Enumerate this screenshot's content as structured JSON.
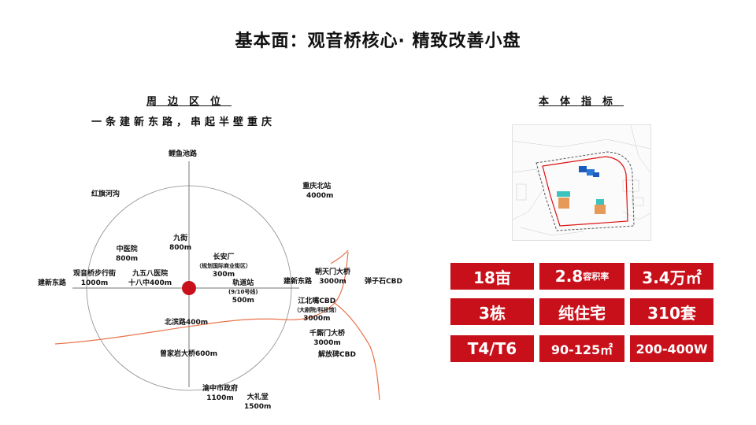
{
  "title": "基本面：观音桥核心· 精致改善小盘",
  "left": {
    "heading": "周边区位",
    "subheading": "一条建新东路，串起半壁重庆",
    "labels": {
      "liyuchi": "鲤鱼池路",
      "hongqi": "红旗河沟",
      "cqnorth": "重庆北站",
      "cqnorth_d": "4000m",
      "zhongyi": "中医院",
      "zhongyi_d": "800m",
      "jiujie": "九街",
      "jiujie_d": "800m",
      "changan": "长安厂",
      "changan_note": "（规划国际商业街区）",
      "changan_d": "300m",
      "buxing": "观音桥步行街",
      "buxing_d": "1000m",
      "h958": "九五八医院",
      "shiba": "十八中400m",
      "jianxin_w": "建新东路",
      "jianxin_e": "建新东路",
      "guidao": "轨道站",
      "guidao_note": "(9/10号线)",
      "guidao_d": "500m",
      "chaotian": "朝天门大桥",
      "chaotian_d": "3000m",
      "danzi": "弹子石CBD",
      "jiangbei": "江北嘴CBD",
      "jiangbei_note": "（大剧院/科技馆）",
      "jiangbei_d": "3000m",
      "beibin": "北滨路400m",
      "qianshimen": "千厮门大桥",
      "qianshimen_d": "3000m",
      "jiefang": "解放碑CBD",
      "huangjiayan": "曾家岩大桥600m",
      "yuzhong": "渝中市政府",
      "yuzhong_d": "1100m",
      "dalitang": "大礼堂",
      "dalitang_d": "1500m"
    }
  },
  "right": {
    "heading": "本体指标",
    "metrics": [
      {
        "main": "18亩",
        "unit": ""
      },
      {
        "main": "2.8",
        "unit": "容积率"
      },
      {
        "main": "3.4万㎡",
        "unit": ""
      },
      {
        "main": "3栋",
        "unit": ""
      },
      {
        "main": "纯住宅",
        "unit": ""
      },
      {
        "main": "310套",
        "unit": ""
      },
      {
        "main": "T4/T6",
        "unit": ""
      },
      {
        "main": "90-125㎡",
        "unit": ""
      },
      {
        "main": "200-400W",
        "unit": ""
      }
    ]
  },
  "colors": {
    "accent": "#c8101a",
    "river": "#e8734a",
    "axis": "#777777"
  }
}
